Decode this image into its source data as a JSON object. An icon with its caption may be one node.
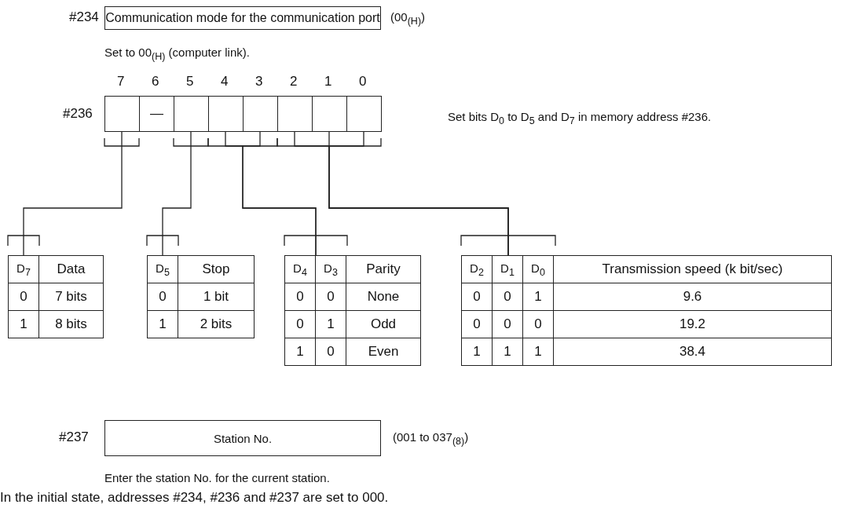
{
  "diagram": {
    "nodes": [
      {
        "text": [
          "Communication mode for the communication port"
        ],
        "beside": [
          "#234",
          "(00$_{(H)}$)"
        ]
      },
      {
        "text": [],
        "shape": "box"
      },
      {
        "text": [
          "—"
        ]
      },
      {
        "text": [],
        "shape": "box"
      },
      {
        "text": [],
        "shape": "box"
      },
      {
        "text": [],
        "shape": "box"
      },
      {
        "text": [],
        "shape": "box"
      },
      {
        "text": [],
        "shape": "box"
      },
      {
        "text": [],
        "shape": "box"
      },
      {
        "text": [
          "D$_{7}$",
          "Data",
          "0",
          "7 bits",
          "1",
          "8 bits"
        ]
      },
      {
        "text": [
          "D$_{5}$",
          "Stop",
          "0",
          "1 bit",
          "1",
          "2 bits"
        ]
      },
      {
        "text": [
          "D$_{4}$",
          "D$_{3}$",
          "Parity",
          "0",
          "0",
          "None",
          "0",
          "1",
          "Odd",
          "1",
          "0",
          "Even"
        ]
      },
      {
        "text": [
          "D$_{2}$",
          "D$_{1}$",
          "D$_{0}$",
          "Transmission speed (k bit/sec)",
          "0",
          "0",
          "1",
          "9.6",
          "0",
          "0",
          "0",
          "19.2",
          "1",
          "1",
          "1",
          "38.4"
        ]
      },
      {
        "text": [
          "Station No."
        ],
        "beside": [
          "#237",
          "(001 to 037$_{(8)}$)"
        ]
      }
    ],
    "edges": [
      {
        "from": 1,
        "to": 9,
        "arrow": "none"
      },
      {
        "from": 3,
        "to": 10,
        "arrow": "none"
      },
      {
        "from": 4,
        "to": 11,
        "arrow": "none"
      },
      {
        "from": 5,
        "to": 11,
        "arrow": "none"
      },
      {
        "from": 6,
        "to": 12,
        "arrow": "none"
      },
      {
        "from": 7,
        "to": 12,
        "arrow": "none"
      },
      {
        "from": 8,
        "to": 12,
        "arrow": "none"
      }
    ],
    "labels": [
      "Set to 00$_{(H)}$ (computer link).",
      "7",
      "6",
      "5",
      "4",
      "3",
      "2",
      "1",
      "0",
      "#236",
      "Set bits D$_{0}$ to D$_{5}$ and D$_{7}$ in memory address #236.",
      "Enter the station No. for the current station.",
      "In the initial state, addresses #234, #236 and #237 are set to 000."
    ]
  }
}
